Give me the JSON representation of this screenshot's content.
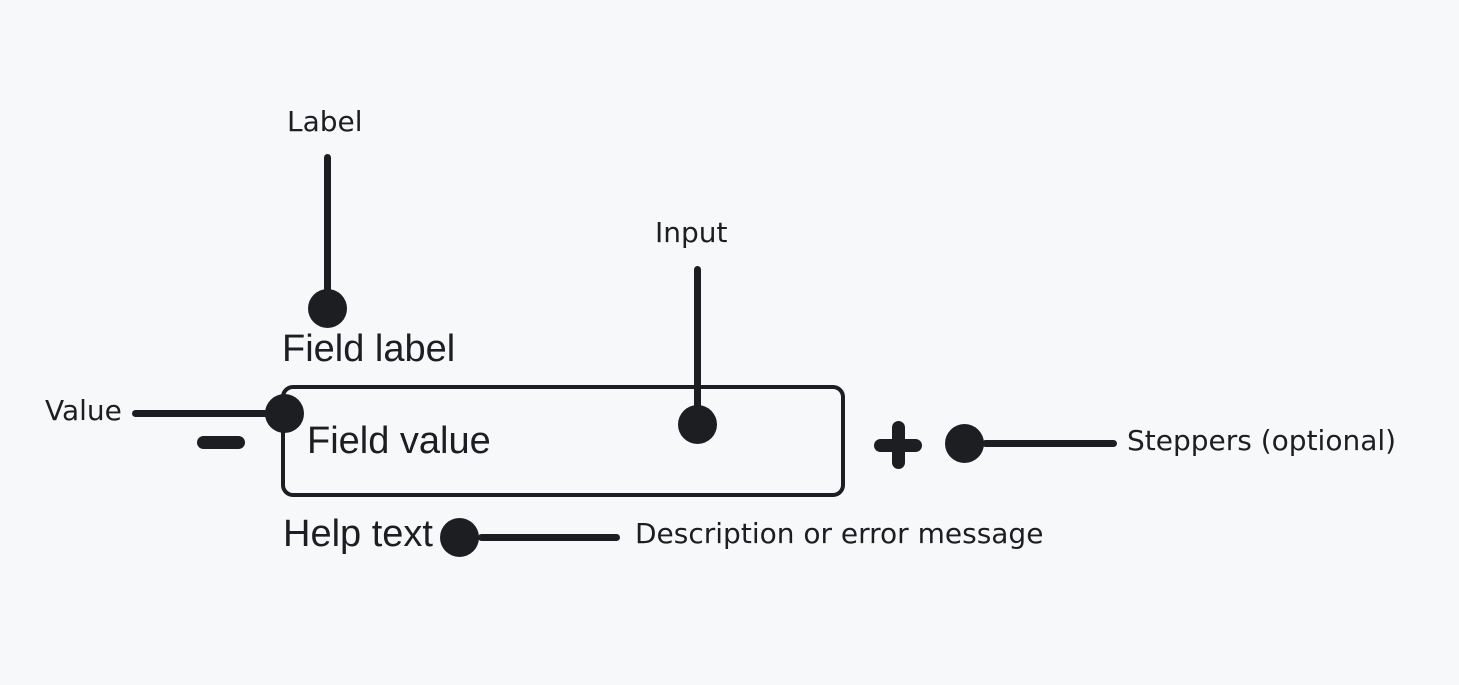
{
  "diagram_title": "number-input-field-anatomy",
  "colors": {
    "ink": "#1c1e21",
    "background": "#f7f8f9"
  },
  "annotations": {
    "label": "Label",
    "input": "Input",
    "value": "Value",
    "steppers": "Steppers (optional)",
    "help": "Description or error message"
  },
  "component": {
    "field_label": "Field label",
    "field_value": "Field value",
    "help_text": "Help text"
  },
  "icons": {
    "minus_stepper": "minus-icon",
    "plus_stepper": "plus-icon"
  }
}
